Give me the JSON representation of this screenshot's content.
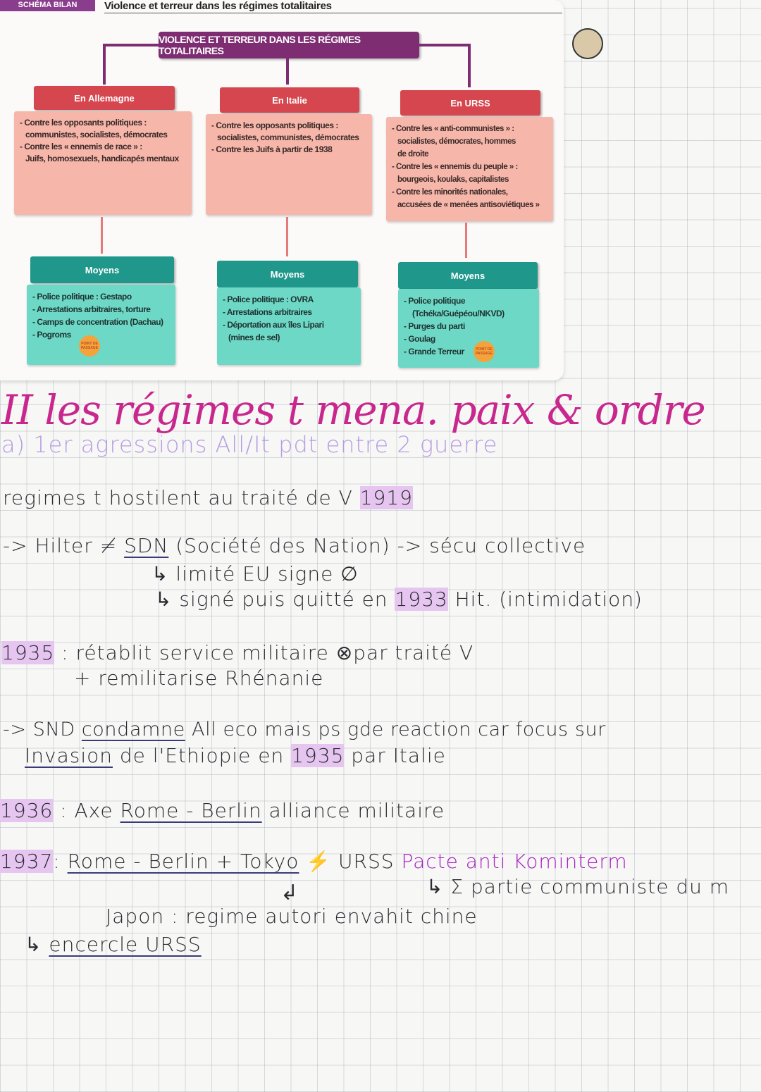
{
  "card": {
    "tag": "SCHÉMA BILAN",
    "title": "Violence et terreur dans les régimes totalitaires",
    "central": "VIOLENCE ET TERREUR DANS LES RÉGIMES TOTALITAIRES",
    "columns": [
      {
        "header": "En Allemagne",
        "targets": [
          "- Contre les opposants politiques :",
          "communistes, socialistes, démocrates",
          "- Contre les « ennemis de race » :",
          "Juifs, homosexuels, handicapés mentaux"
        ],
        "means_header": "Moyens",
        "means": [
          "- Police politique : Gestapo",
          "- Arrestations arbitraires, torture",
          "- Camps de concentration (Dachau)",
          "- Pogroms"
        ]
      },
      {
        "header": "En Italie",
        "targets": [
          "- Contre les opposants politiques :",
          "socialistes, communistes, démocrates",
          "- Contre les Juifs à partir de 1938"
        ],
        "means_header": "Moyens",
        "means": [
          "- Police politique : OVRA",
          "- Arrestations arbitraires",
          "- Déportation aux îles Lipari",
          "(mines de sel)"
        ]
      },
      {
        "header": "En URSS",
        "targets": [
          "- Contre les « anti-communistes » :",
          "socialistes, démocrates, hommes",
          "de droite",
          "- Contre les « ennemis du peuple » :",
          "bourgeois, koulaks, capitalistes",
          "- Contre les minorités nationales,",
          "accusées de « menées antisoviétiques »"
        ],
        "means_header": "Moyens",
        "means": [
          "- Police politique",
          "(Tchéka/Guépéou/NKVD)",
          "- Purges du parti",
          "- Goulag",
          "- Grande Terreur"
        ]
      }
    ],
    "badge": "POINT DE PASSAGE"
  },
  "notes": {
    "title": "II les régimes t mena. paix & ordre",
    "subtitle": "a) 1er agressions All/It pdt entre 2 guerre",
    "l1": "regimes t hostilent au traité de V ",
    "l1_year": "1919",
    "l2": "-> Hilter ≠ ",
    "l2_u": "SDN",
    "l2b": " (Société des Nation) -> sécu collective",
    "l3": "↳ limité  EU  signe ∅",
    "l4": "↳ signé puis quitté en ",
    "l4_year": "1933",
    "l4b": " Hit.  (intimidation)",
    "l5_year": "1935",
    "l5": " : rétablit service militaire ⊗par  traité V",
    "l6": "+ remilitarise Rhénanie",
    "l7": "-> SND ",
    "l7_u": "condamne",
    "l7b": " All eco   mais ps gde reaction car focus sur",
    "l8_u": "Invasion",
    "l8": " de  l'Ethiopie en ",
    "l8_year": "1935",
    "l8b": " par Italie",
    "l9_year": "1936",
    "l9": " : Axe ",
    "l9_u": "Rome - Berlin",
    "l9b": "   alliance  militaire",
    "l10_year": "1937",
    "l10": ": ",
    "l10_u": "Rome - Berlin + Tokyo",
    "l10b": "  ⚡ URSS ",
    "l10_p": "Pacte anti Kominterm",
    "l11": "↳ Σ partie communiste du m",
    "l12": "Japon : regime autori envahit chine",
    "l13": "↳ ",
    "l13_u": "encercle URSS"
  },
  "colors": {
    "title": "#c8288e",
    "subtitle": "#b79be3",
    "highlight": "#e6c6f0",
    "central": "#7e2d73",
    "red_header": "#d6464f",
    "teal_header": "#1f978a"
  }
}
